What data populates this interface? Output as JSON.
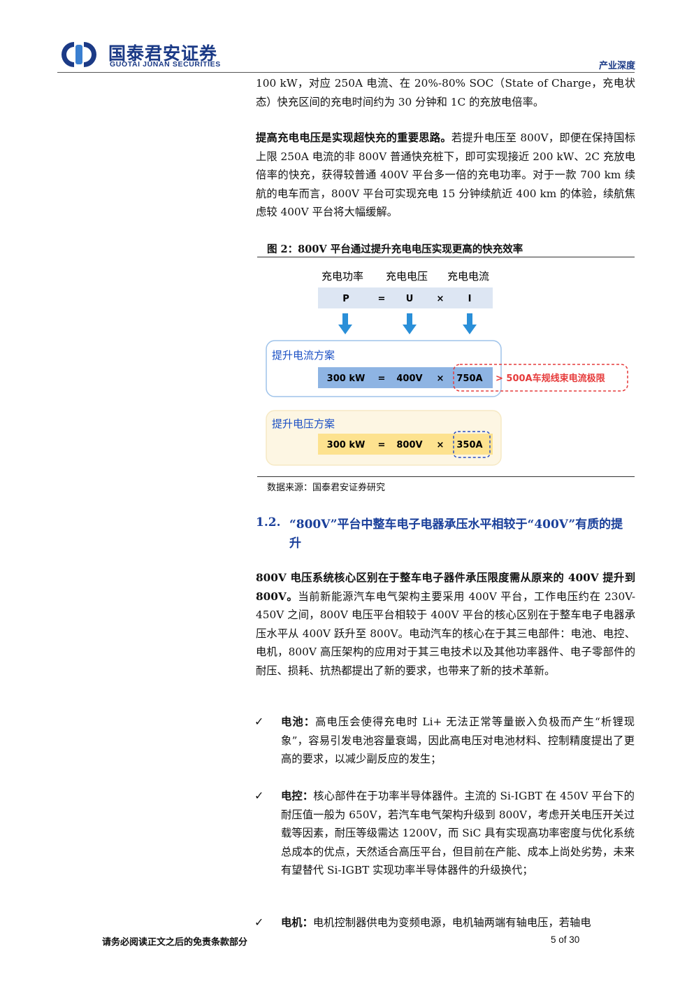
{
  "header": {
    "logo_cn": "国泰君安证券",
    "logo_en": "GUOTAI JUNAN SECURITIES",
    "tag": "产业深度"
  },
  "para1": "100 kW，对应 250A 电流、在 20%-80% SOC（State of Charge，充电状态）快充区间的充电时间约为 30 分钟和 1C 的充放电倍率。",
  "para2": {
    "lead": "提高充电电压是实现超快充的重要思路。",
    "body": "若提升电压至 800V，即便在保持国标上限 250A 电流的非 800V 普通快充桩下，即可实现接近 200 kW、2C 充放电倍率的快充，获得较普通 400V 平台多一倍的充电功率。对于一款 700 km 续航的电车而言，800V 平台可实现充电 15 分钟续航近 400 km 的体验，续航焦虑较 400V 平台将大幅缓解。"
  },
  "figure": {
    "title": "图 2：800V 平台通过提升充电电压实现更高的快充效率",
    "labels": [
      "充电功率",
      "充电电压",
      "充电电流"
    ],
    "formula": [
      "P",
      "=",
      "U",
      "×",
      "I"
    ],
    "scheme_current": {
      "title": "提升电流方案",
      "cells": [
        "300 kW",
        "=",
        "400V",
        "×",
        "750A"
      ],
      "warning": "> 500A车规线束电流极限"
    },
    "scheme_voltage": {
      "title": "提升电压方案",
      "cells": [
        "300 kW",
        "=",
        "800V",
        "×",
        "350A"
      ]
    },
    "source": "数据来源：国泰君安证券研究",
    "colors": {
      "formula_bg": "#dde6f3",
      "current_bg": "#8eb4e3",
      "voltage_bg": "#fde28f",
      "arrow": "#2a8fd8",
      "current_border": "#9fc3ea",
      "voltage_panel": "#fdf6e3",
      "warning": "#e63b3b"
    }
  },
  "section": {
    "number": "1.2.",
    "title": "“800V”平台中整车电子电器承压水平相较于“400V”有质的提升"
  },
  "para3": {
    "lead": "800V 电压系统核心区别在于整车电子器件承压限度需从原来的 400V 提升到 800V。",
    "body": "当前新能源汽车电气架构主要采用 400V 平台，工作电压约在 230V-450V 之间，800V 电压平台相较于 400V 平台的核心区别在于整车电子电器承压水平从 400V 跃升至 800V。电动汽车的核心在于其三电部件：电池、电控、电机，800V 高压架构的应用对于其三电技术以及其他功率器件、电子零部件的耐压、损耗、抗热都提出了新的要求，也带来了新的技术革新。"
  },
  "bullets": [
    {
      "check": "✓",
      "lead": "电池：",
      "body": "高电压会使得充电时 Li+ 无法正常等量嵌入负极而产生“析锂现象”，容易引发电池容量衰竭，因此高电压对电池材料、控制精度提出了更高的要求，以减少副反应的发生；"
    },
    {
      "check": "✓",
      "lead": "电控：",
      "body": "核心部件在于功率半导体器件。主流的 Si-IGBT 在 450V 平台下的耐压值一般为 650V，若汽车电气架构升级到 800V，考虑开关电压开关过载等因素，耐压等级需达 1200V，而 SiC 具有实现高功率密度与优化系统总成本的优点，天然适合高压平台，但目前在产能、成本上尚处劣势，未来有望替代 Si-IGBT 实现功率半导体器件的升级换代；"
    },
    {
      "check": "✓",
      "lead": "电机：",
      "body": "电机控制器供电为变频电源，电机轴两端有轴电压，若轴电"
    }
  ],
  "footer": {
    "disclaimer": "请务必阅读正文之后的免责条款部分",
    "page": "5 of 30"
  }
}
